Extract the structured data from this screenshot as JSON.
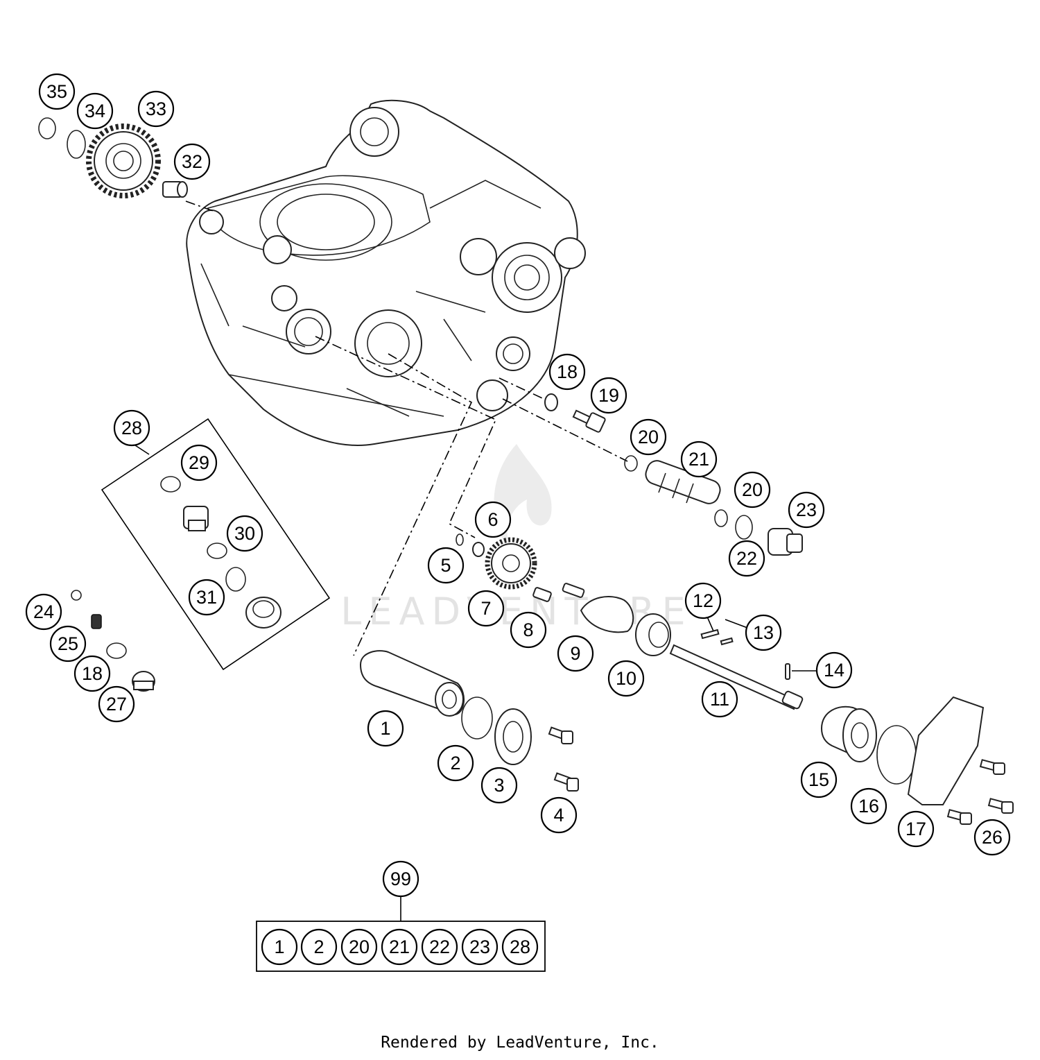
{
  "watermark": "LEADVENTURE",
  "footer": "Rendered by LeadVenture, Inc.",
  "callouts": [
    "35",
    "34",
    "33",
    "32",
    "18",
    "19",
    "20",
    "21",
    "20",
    "23",
    "22",
    "28",
    "29",
    "30",
    "31",
    "24",
    "25",
    "18",
    "27",
    "6",
    "5",
    "7",
    "8",
    "9",
    "12",
    "13",
    "10",
    "11",
    "14",
    "1",
    "2",
    "3",
    "4",
    "15",
    "16",
    "17",
    "26"
  ],
  "kit": {
    "number": "99",
    "items": [
      "1",
      "2",
      "20",
      "21",
      "22",
      "23",
      "28"
    ]
  }
}
